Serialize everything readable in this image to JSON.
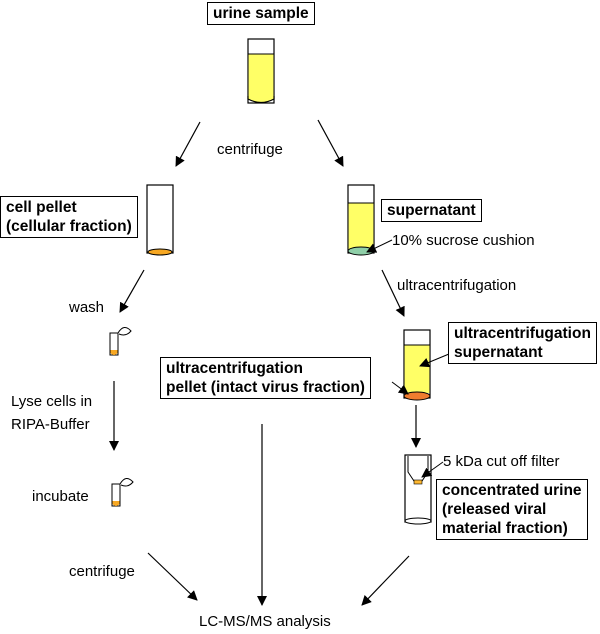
{
  "title": "urine sample",
  "left_branch": {
    "step1": "centrifuge",
    "result_line1": "cell pellet",
    "result_line2": "(cellular fraction)",
    "step2": "wash",
    "step3_line1": "Lyse cells in",
    "step3_line2": "RIPA-Buffer",
    "step4": "incubate",
    "step5": "centrifuge"
  },
  "right_branch": {
    "result": "supernatant",
    "cushion": "10% sucrose cushion",
    "step1": "ultracentrifugation",
    "uc_super_line1": "ultracentrifugation",
    "uc_super_line2": "supernatant",
    "filter": "5 kDa cut off filter",
    "conc_line1": "concentrated urine",
    "conc_line2": "(released viral",
    "conc_line3": "material fraction)"
  },
  "middle": {
    "pellet_line1": "ultracentrifugation",
    "pellet_line2": "pellet (intact virus fraction)"
  },
  "final": "LC-MS/MS analysis",
  "colors": {
    "urine_yellow": "#ffff66",
    "pellet_orange": "#f7a823",
    "sucrose_green": "#8fcfa8",
    "uc_pellet_orange": "#f07c2f",
    "line": "#000000"
  }
}
